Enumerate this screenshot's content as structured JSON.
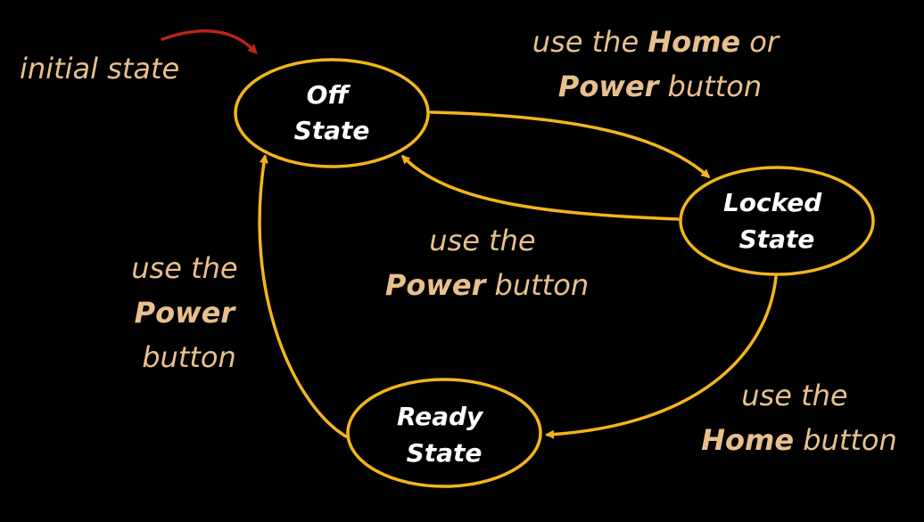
{
  "colors": {
    "background": "#000000",
    "edge": "#f2b51d",
    "node_border": "#f2b51d",
    "node_text": "#ffffff",
    "label_text": "#e8c08d",
    "initial_arrow": "#b8241c"
  },
  "initial": {
    "label": "initial state"
  },
  "nodes": {
    "off": {
      "line1": "Off",
      "line2": "State"
    },
    "locked": {
      "line1": "Locked",
      "line2": "State"
    },
    "ready": {
      "line1": "Ready",
      "line2": "State"
    }
  },
  "edges": {
    "off_to_locked": {
      "line1_a": "use the ",
      "line1_b": "Home",
      "line1_c": " or",
      "line2_a": "Power",
      "line2_b": " button"
    },
    "locked_to_off": {
      "line1": "use the",
      "line2_a": "Power",
      "line2_b": " button"
    },
    "ready_to_off": {
      "line1": "use the",
      "line2": "Power",
      "line3": "button"
    },
    "locked_to_ready": {
      "line1": "use the",
      "line2_a": "Home",
      "line2_b": " button"
    }
  }
}
